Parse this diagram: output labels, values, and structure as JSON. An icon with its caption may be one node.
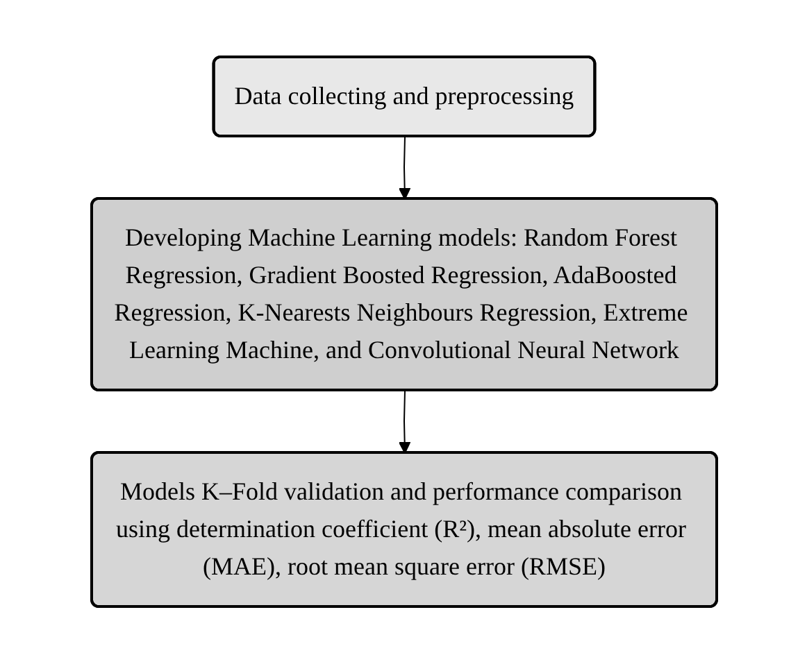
{
  "diagram": {
    "nodes": [
      {
        "text": [
          "Data collecting and preprocessing"
        ]
      },
      {
        "text": [
          "Developing Machine Learning models: Random Forest Regression, Gradient Boosted Regression, AdaBoosted Regression, K-Nearests Neighbours Regression, Extreme Learning Machine, and Convolutional Neural Network"
        ]
      },
      {
        "text": [
          "Models K–Fold validation and performance comparison using determination coefficient (R²), mean absolute error (MAE), root mean square error (RMSE)"
        ]
      }
    ],
    "edges": [
      {
        "from": 0,
        "to": 1,
        "arrow": "to"
      },
      {
        "from": 1,
        "to": 2,
        "arrow": "to"
      }
    ]
  }
}
